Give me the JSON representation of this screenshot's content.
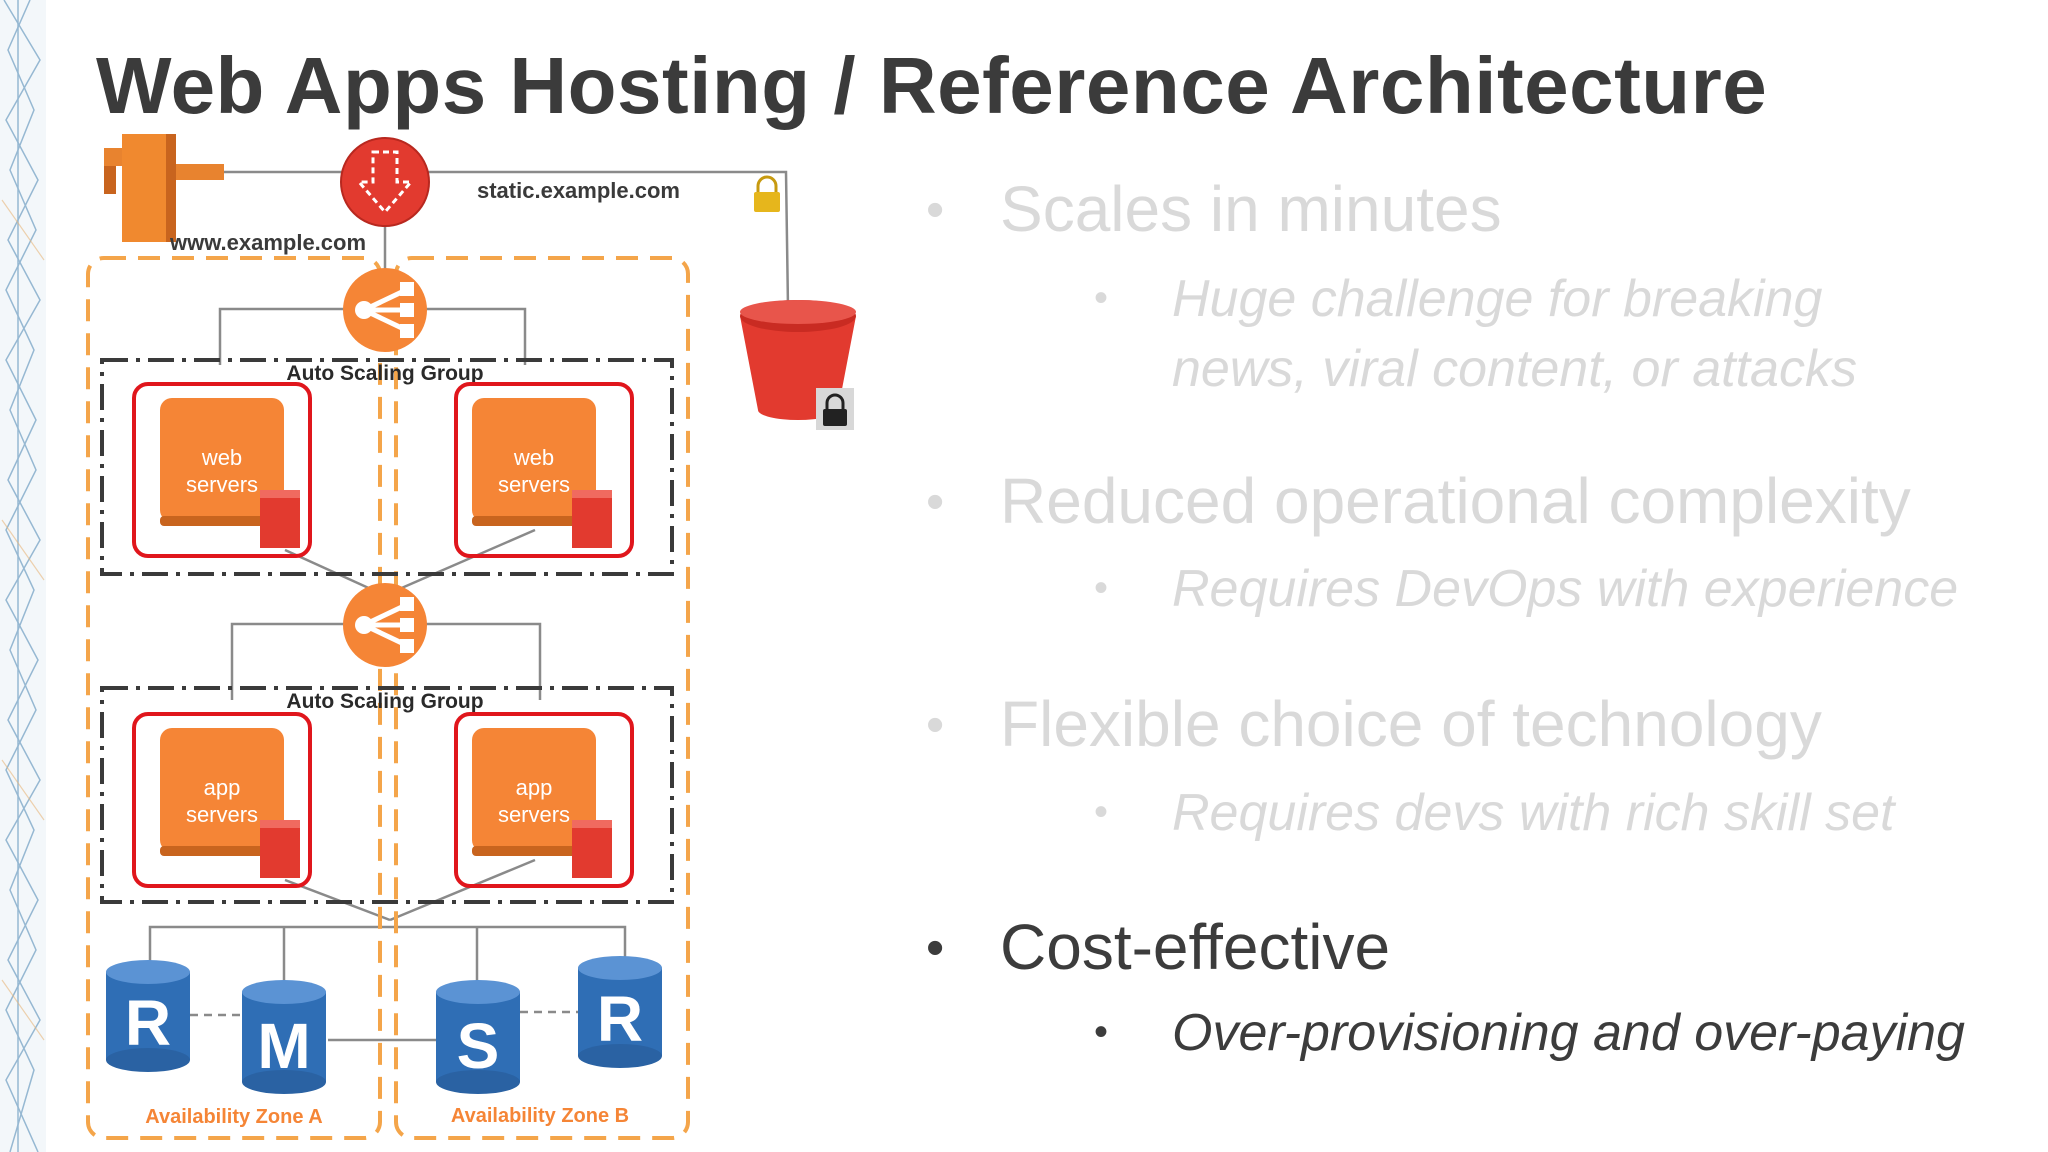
{
  "title": "Web Apps Hosting / Reference Architecture",
  "diagram": {
    "www_label": "www.example.com",
    "static_label": "static.example.com",
    "asg_web_label": "Auto Scaling Group",
    "asg_app_label": "Auto Scaling Group",
    "web_line1": "web",
    "web_line2": "servers",
    "app_line1": "app",
    "app_line2": "servers",
    "db_read_replica": "R",
    "db_master": "M",
    "db_standby": "S",
    "az_a": "Availability Zone A",
    "az_b": "Availability Zone B",
    "colors": {
      "orange": "#f58536",
      "red_accent": "#e23a2f",
      "db_blue": "#2f6eb5",
      "az_dash": "#f4a54a"
    }
  },
  "bullets": [
    {
      "text": "Scales in minutes",
      "sub": [
        "Huge challenge for breaking",
        "news, viral content, or attacks"
      ],
      "state": "dimmed"
    },
    {
      "text": "Reduced operational complexity",
      "sub": [
        "Requires DevOps with experience"
      ],
      "state": "dimmed"
    },
    {
      "text": "Flexible choice of technology",
      "sub": [
        "Requires devs with rich skill set"
      ],
      "state": "dimmed"
    },
    {
      "text": "Cost-effective",
      "sub": [
        "Over-provisioning and over-paying"
      ],
      "state": "active"
    }
  ]
}
